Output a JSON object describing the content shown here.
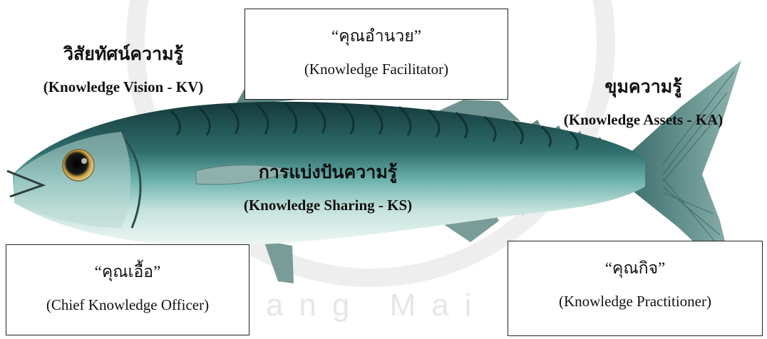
{
  "labels": {
    "vision": {
      "th": "วิสัยทัศน์ความรู้",
      "en": "(Knowledge Vision - KV)"
    },
    "assets": {
      "th": "ขุมความรู้",
      "en": "(Knowledge Assets - KA)"
    },
    "sharing": {
      "th": "การแบ่งปันความรู้",
      "en": "(Knowledge Sharing - KS)"
    }
  },
  "boxes": {
    "facilitator": {
      "th": "“คุณอำนวย”",
      "en": "(Knowledge Facilitator)"
    },
    "officer": {
      "th": "“คุณเอื้อ”",
      "en": "(Chief Knowledge Officer)"
    },
    "practitioner": {
      "th": "“คุณกิจ”",
      "en": "(Knowledge Practitioner)"
    }
  },
  "watermark": {
    "text": "by Chiang Mai  hts re"
  },
  "colors": {
    "fish_back": "#1d4a4a",
    "fish_mid": "#4f9e9c",
    "fish_belly": "#e2f1ee",
    "fin": "#7a9c98"
  }
}
